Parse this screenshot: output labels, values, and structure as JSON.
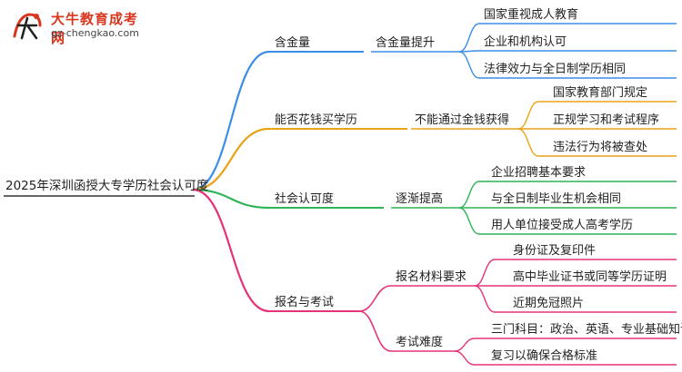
{
  "logo": {
    "title": "大牛教育成考网",
    "url": "gz-chengkao.com",
    "mark_text": "大牛",
    "mark_color": "#d9361e"
  },
  "root": {
    "label": "2025年深圳函授大专学历社会认可度"
  },
  "branches": [
    {
      "label": "含金量",
      "color": "#3a8ee6",
      "children": [
        {
          "label": "含金量提升",
          "children": [
            "国家重视成人教育",
            "企业和机构认可",
            "法律效力与全日制学历相同"
          ]
        }
      ]
    },
    {
      "label": "能否花钱买学历",
      "color": "#e8a317",
      "children": [
        {
          "label": "不能通过金钱获得",
          "children": [
            "国家教育部门规定",
            "正规学习和考试程序",
            "违法行为将被查处"
          ]
        }
      ]
    },
    {
      "label": "社会认可度",
      "color": "#2fb457",
      "children": [
        {
          "label": "逐渐提高",
          "children": [
            "企业招聘基本要求",
            "与全日制毕业生机会相同",
            "用人单位接受成人高考学历"
          ]
        }
      ]
    },
    {
      "label": "报名与考试",
      "color": "#e5337a",
      "children": [
        {
          "label": "报名材料要求",
          "children": [
            "身份证及复印件",
            "高中毕业证书或同等学历证明",
            "近期免冠照片"
          ]
        },
        {
          "label": "考试难度",
          "children": [
            "三门科目：政治、英语、专业基础知识",
            "复习以确保合格标准"
          ]
        }
      ]
    }
  ]
}
